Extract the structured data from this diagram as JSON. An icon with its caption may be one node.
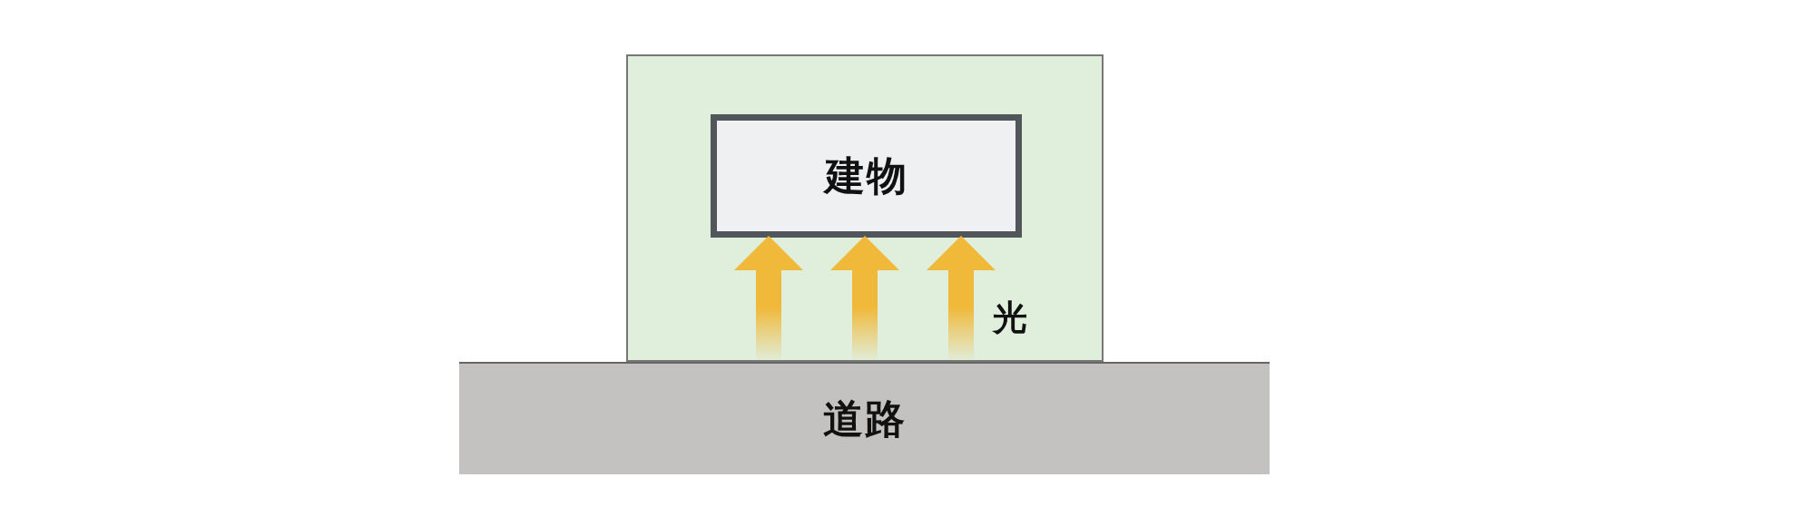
{
  "diagram": {
    "nodes": [
      {
        "text": [],
        "shape": "box"
      },
      {
        "text": [
          "建物"
        ],
        "in": 0
      },
      {
        "text": [
          "道路"
        ]
      }
    ],
    "edges": [
      {
        "from": 2,
        "to": 1,
        "arrow": "to",
        "color": "#f0b93a"
      },
      {
        "from": 2,
        "to": 1,
        "arrow": "to",
        "color": "#f0b93a"
      },
      {
        "from": 2,
        "to": 1,
        "arrow": "to",
        "color": "#f0b93a"
      }
    ],
    "labels": [
      "光"
    ]
  }
}
